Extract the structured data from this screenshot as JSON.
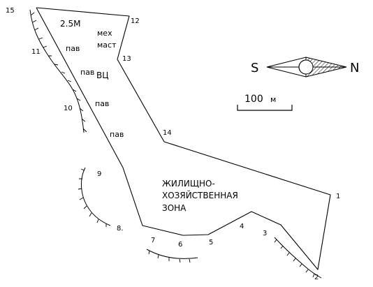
{
  "vertices": {
    "v1": "1",
    "v2": "2",
    "v3": "3",
    "v4": "4",
    "v5": "5",
    "v6": "6",
    "v7": "7",
    "v8": "8.",
    "v9": "9",
    "v10": "10",
    "v11": "11",
    "v12": "12",
    "v13": "13",
    "v14": "14",
    "v15": "15"
  },
  "labels": {
    "height": "2.5М",
    "mech_line1": "мех",
    "mech_line2": "маст",
    "pav1": "пав",
    "pav2": "пав",
    "vc": "ВЦ",
    "pav3": "пав",
    "pav4": "пав"
  },
  "zone": {
    "line1": "ЖИЛИЩНО-",
    "line2": "ХОЗЯЙСТВЕННАЯ",
    "line3": "ЗОНА"
  },
  "compass": {
    "south": "S",
    "north": "N"
  },
  "scale": {
    "value": "100",
    "unit": "м"
  }
}
